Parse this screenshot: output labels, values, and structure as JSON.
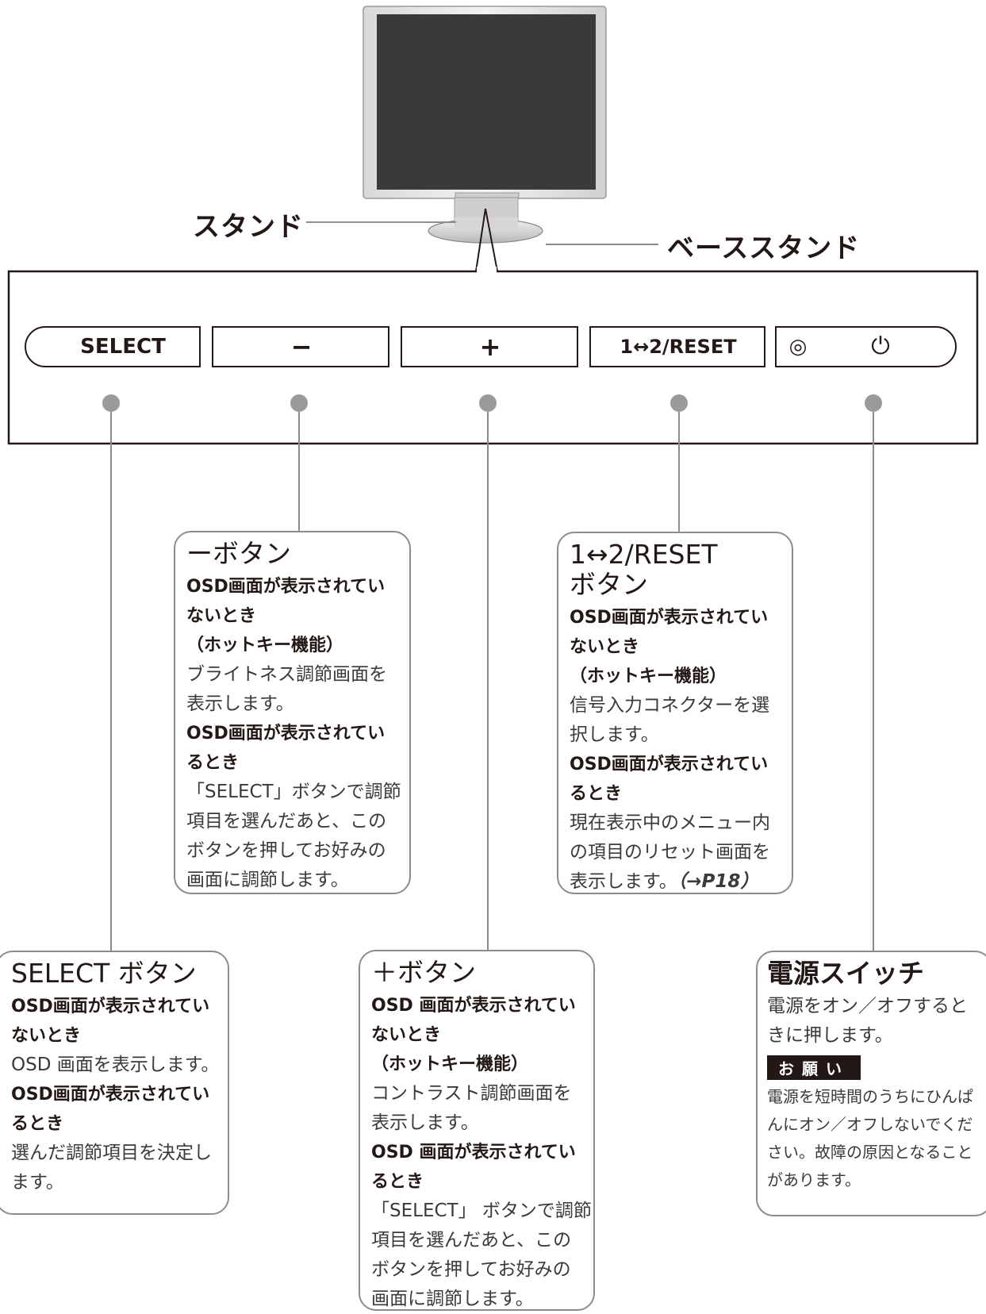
{
  "labels": {
    "stand": "スタンド",
    "base_stand": "ベーススタンド"
  },
  "buttons": {
    "select": "SELECT",
    "minus": "−",
    "plus": "+",
    "input_reset": "1↔2/RESET",
    "led": "◎",
    "power": "⏻"
  },
  "callouts": {
    "minus": {
      "title": "ーボタン",
      "s1_h1": "OSD画面が表示されてい",
      "s1_h2": "ないとき",
      "s1_h3": "（ホットキー機能）",
      "s1_t1": "ブライトネス調節画面を",
      "s1_t2": "表示します。",
      "s2_h1": "OSD画面が表示されてい",
      "s2_h2": "るとき",
      "s2_t1": "「SELECT」ボタンで調節",
      "s2_t2": "項目を選んだあと、この",
      "s2_t3": "ボタンを押してお好みの",
      "s2_t4": "画面に調節します。"
    },
    "reset": {
      "title1": "1↔2/RESET",
      "title2": "ボタン",
      "s1_h1": "OSD画面が表示されてい",
      "s1_h2": "ないとき",
      "s1_h3": "（ホットキー機能）",
      "s1_t1": "信号入力コネクターを選",
      "s1_t2": "択します。",
      "s2_h1": "OSD画面が表示されてい",
      "s2_h2": "るとき",
      "s2_t1": "現在表示中のメニュー内",
      "s2_t2": "の項目のリセット画面を",
      "s2_t3": "表示します。",
      "s2_ref": "（→P18）"
    },
    "select": {
      "title": "SELECT ボタン",
      "s1_h1": "OSD画面が表示されてい",
      "s1_h2": "ないとき",
      "s1_t1": "OSD 画面を表示します。",
      "s2_h1": "OSD画面が表示されてい",
      "s2_h2": "るとき",
      "s2_t1": "選んだ調節項目を決定し",
      "s2_t2": "ます。"
    },
    "plus": {
      "title": "＋ボタン",
      "s1_h1": "OSD 画面が表示されてい",
      "s1_h2": "ないとき",
      "s1_h3": "（ホットキー機能）",
      "s1_t1": "コントラスト調節画面を",
      "s1_t2": "表示します。",
      "s2_h1": "OSD 画面が表示されてい",
      "s2_h2": "るとき",
      "s2_t1": "「SELECT」 ボタンで調節",
      "s2_t2": "項目を選んだあと、この",
      "s2_t3": "ボタンを押してお好みの",
      "s2_t4": "画面に調節します。"
    },
    "power": {
      "title": "電源スイッチ",
      "t1": "電源をオン／オフすると",
      "t2": "きに押します。",
      "note_head": "お願い",
      "n1": "電源を短時間のうちにひんぱ",
      "n2": "んにオン／オフしないでくだ",
      "n3": "さい。故障の原因となること",
      "n4": "があります。"
    }
  },
  "colors": {
    "ink": "#231815",
    "leader_gray": "#8c8c8c",
    "dot_gray": "#9a9a9a",
    "screen": "#3a3a3a",
    "bezel": "#e6e6e6"
  }
}
